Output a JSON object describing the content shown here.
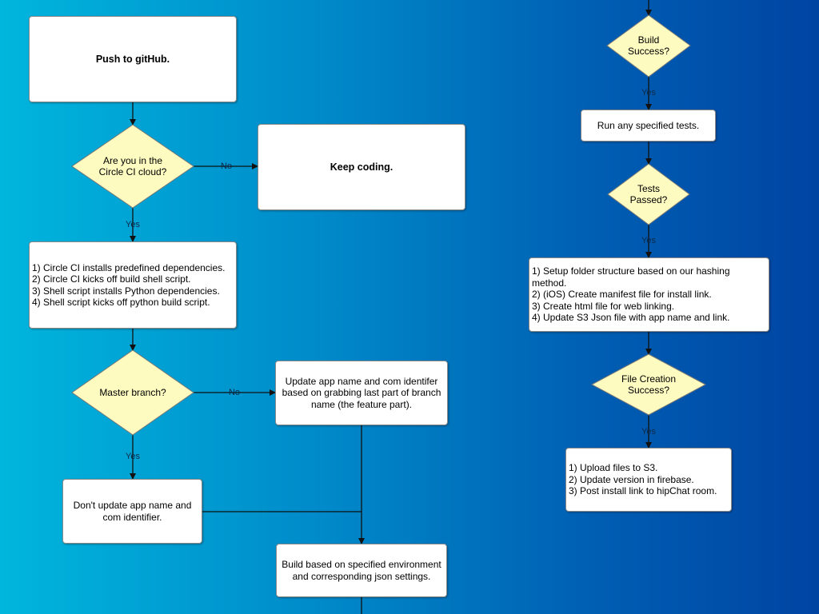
{
  "nodes": {
    "push": "Push to gitHub.",
    "circle_q": "Are you in the\nCircle CI cloud?",
    "keep_coding": "Keep coding.",
    "install_steps": "1) Circle CI installs predefined dependencies.\n2) Circle CI kicks off build shell script.\n3) Shell script installs Python dependencies.\n4) Shell script kicks off python build script.",
    "master_q": "Master branch?",
    "update_name": "Update app name and com identifer\nbased on grabbing last part of branch\nname (the feature part).",
    "dont_update": "Don't update app name and\ncom identifier.",
    "build_env": "Build based on specified environment\nand corresponding json settings.",
    "build_q": "Build\nSuccess?",
    "run_tests": "Run any specified tests.",
    "tests_q": "Tests\nPassed?",
    "setup_steps": "1) Setup folder structure based on our hashing method.\n2) (iOS) Create manifest file for install link.\n3) Create html file for web linking.\n4) Update S3 Json file with app name and link.",
    "file_q": "File Creation\nSuccess?",
    "upload_steps": "1) Upload files to S3.\n2) Update version in firebase.\n3) Post install link to hipChat room."
  },
  "labels": {
    "yes": "Yes",
    "no": "No"
  },
  "colors": {
    "diamond_fill": "#fdfbbf",
    "box_fill": "#ffffff",
    "connector": "#111111"
  }
}
